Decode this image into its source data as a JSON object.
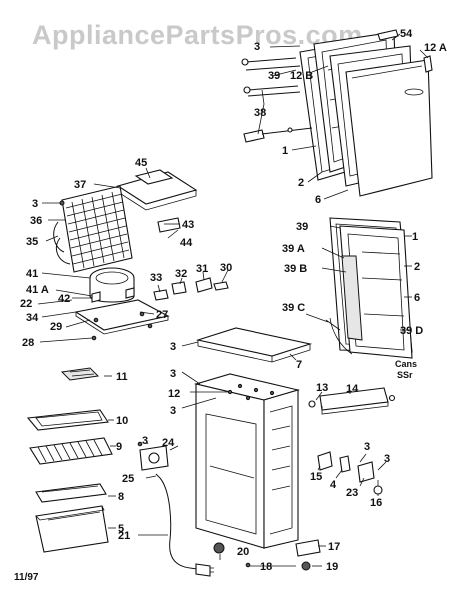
{
  "watermark": "AppliancePartsPros.com",
  "date_code": "11/97",
  "stamp_lines": [
    "Cans",
    "SSr"
  ],
  "part_labels": {
    "p54": "54",
    "p12A_top": "12 A",
    "p3_top": "3",
    "p39_top": "39",
    "p12B": "12 B",
    "p38": "38",
    "p1_top": "1",
    "p2_top": "2",
    "p6_top": "6",
    "p45": "45",
    "p37": "37",
    "p3_left": "3",
    "p36": "36",
    "p35": "35",
    "p43": "43",
    "p44": "44",
    "p41": "41",
    "p41A": "41   A",
    "p22": "22",
    "p42": "42",
    "p34": "34",
    "p29": "29",
    "p27": "27",
    "p28": "28",
    "p33": "33",
    "p32": "32",
    "p31": "31",
    "p30": "30",
    "p39_r": "39",
    "p1_r": "1",
    "p39A": "39 A",
    "p2_r": "2",
    "p39B": "39 B",
    "p6_r": "6",
    "p39C": "39   C",
    "p39D": "39   D",
    "p3_m1": "3",
    "p7": "7",
    "p11": "11",
    "p3_m2": "3",
    "p12_m": "12",
    "p3_m3": "3",
    "p13": "13",
    "p14": "14",
    "p10": "10",
    "p9": "9",
    "p3_m4": "3",
    "p24": "24",
    "p25": "25",
    "p8": "8",
    "p5": "5",
    "p21": "21",
    "p20": "20",
    "p18": "18",
    "p17": "17",
    "p19": "19",
    "p3_r1": "3",
    "p3_r2": "3",
    "p15": "15",
    "p4": "4",
    "p23": "23",
    "p16": "16"
  }
}
